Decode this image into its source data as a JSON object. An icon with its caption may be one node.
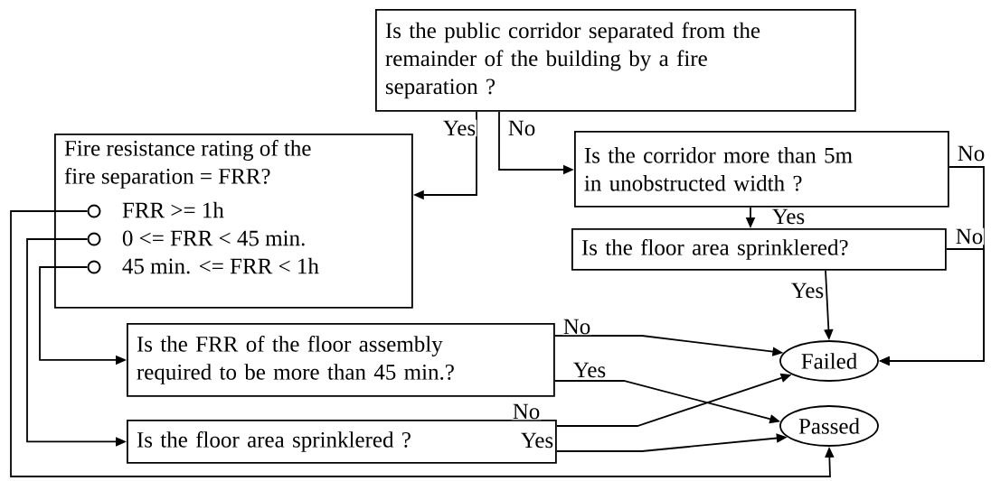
{
  "diagram": {
    "nodes": [
      {
        "text": [
          "Is the public corridor separated from the remainder of the building by a fire separation ?"
        ]
      },
      {
        "text": [
          "Fire resistance rating of the fire separation = FRR?",
          "FRR >= 1h",
          "0 <= FRR < 45 min.",
          "45 min. <= FRR < 1h"
        ]
      },
      {
        "text": [],
        "shape": "circle",
        "in": 1
      },
      {
        "text": [],
        "shape": "circle",
        "in": 1
      },
      {
        "text": [],
        "shape": "circle",
        "in": 1
      },
      {
        "text": [
          "Is the corridor more than 5m in unobstructed width ?"
        ]
      },
      {
        "text": [
          "Is the floor area sprinklered?"
        ]
      },
      {
        "text": [
          "Is the FRR of the floor assembly required to be more than 45 min.?"
        ]
      },
      {
        "text": [
          "Is the floor area sprinklered ?"
        ]
      },
      {
        "text": [
          "Failed"
        ]
      },
      {
        "text": [
          "Passed"
        ]
      }
    ],
    "edges": [
      {
        "from": 0,
        "to": 1,
        "arrow": "to",
        "label": "Yes"
      },
      {
        "from": 0,
        "to": 5,
        "arrow": "to",
        "label": "No"
      },
      {
        "from": 5,
        "to": 9,
        "arrow": "to",
        "label": "No"
      },
      {
        "from": 5,
        "to": 6,
        "arrow": "to",
        "label": "Yes"
      },
      {
        "from": 6,
        "to": 9,
        "arrow": "to",
        "label": "No"
      },
      {
        "from": 6,
        "to": 9,
        "arrow": "to",
        "label": "Yes"
      },
      {
        "from": 7,
        "to": 9,
        "arrow": "to",
        "label": "No"
      },
      {
        "from": 7,
        "to": 10,
        "arrow": "to",
        "label": "Yes"
      },
      {
        "from": 8,
        "to": 9,
        "arrow": "to",
        "label": "No"
      },
      {
        "from": 8,
        "to": 10,
        "arrow": "to",
        "label": "Yes"
      },
      {
        "from": 2,
        "to": 10,
        "arrow": "to"
      },
      {
        "from": 3,
        "to": 8,
        "arrow": "to"
      },
      {
        "from": 4,
        "to": 7,
        "arrow": "to"
      }
    ]
  }
}
